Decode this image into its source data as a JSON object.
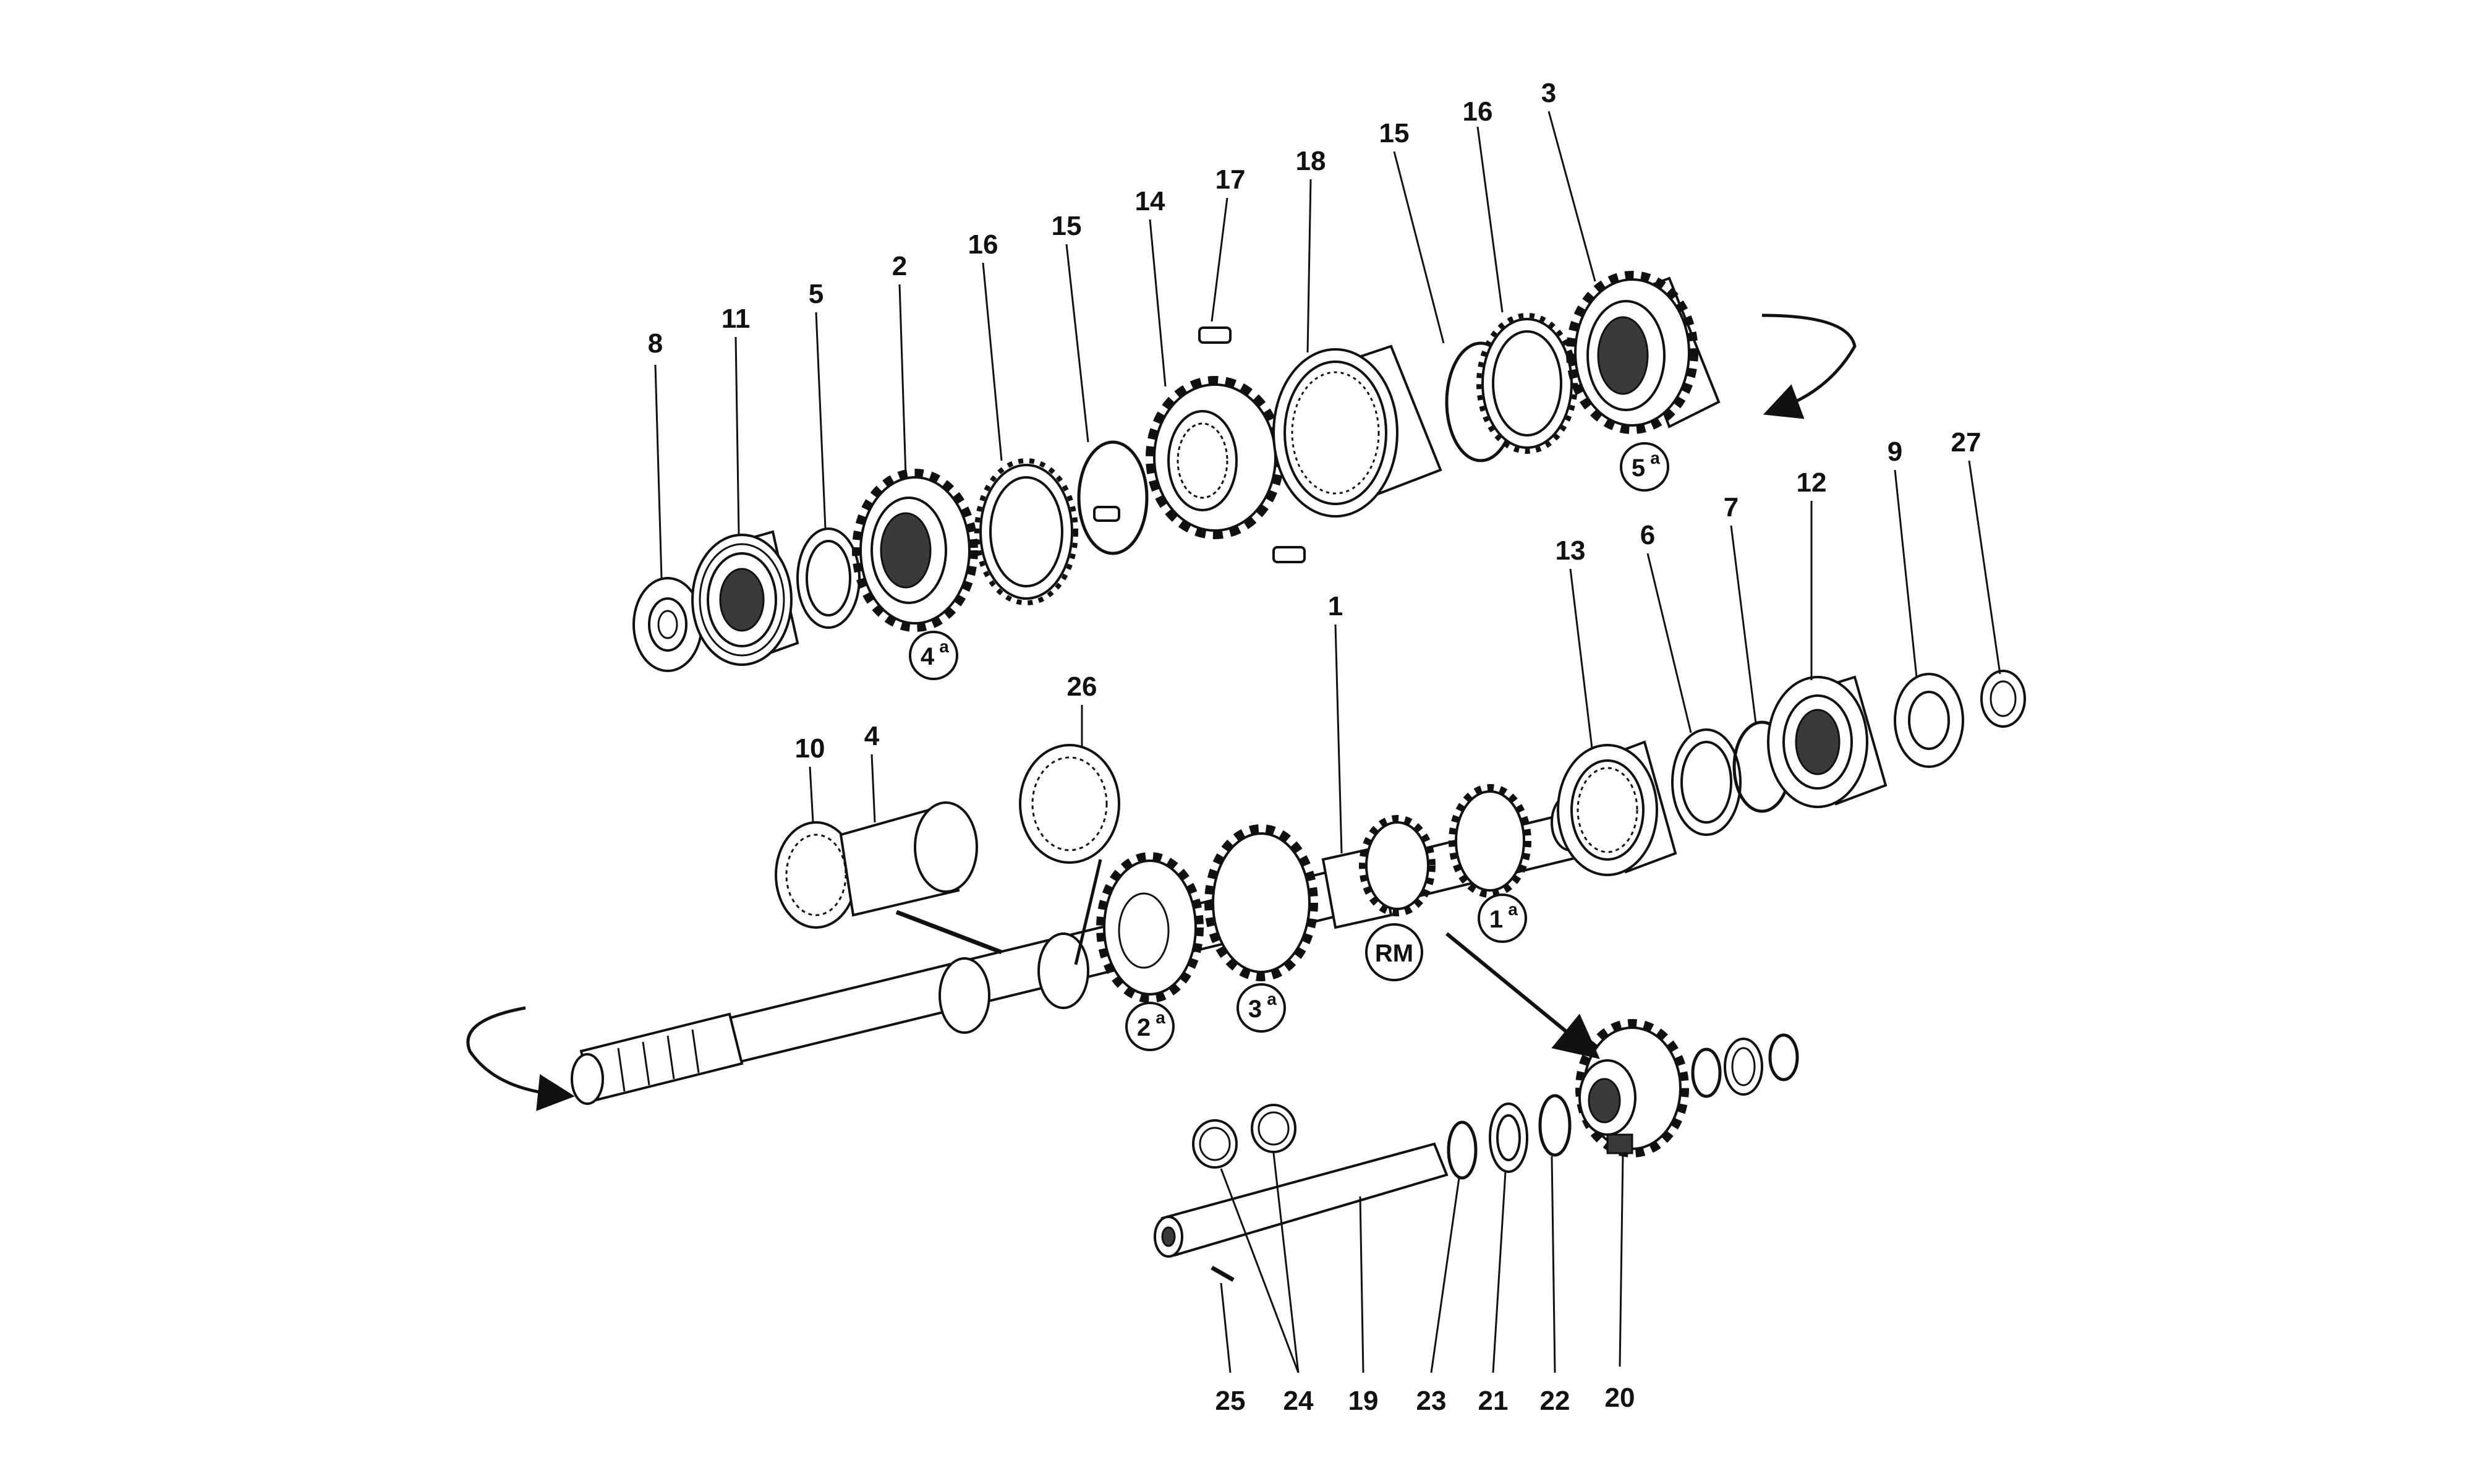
{
  "part_numbers": {
    "p1": "1",
    "p2": "2",
    "p3": "3",
    "p4": "4",
    "p5": "5",
    "p6": "6",
    "p7": "7",
    "p8": "8",
    "p9": "9",
    "p10": "10",
    "p11": "11",
    "p12": "12",
    "p13": "13",
    "p14": "14",
    "p15a": "15",
    "p15b": "15",
    "p16a": "16",
    "p16b": "16",
    "p17": "17",
    "p18": "18",
    "p19": "19",
    "p20": "20",
    "p21": "21",
    "p22": "22",
    "p23": "23",
    "p24": "24",
    "p25": "25",
    "p26": "26",
    "p27": "27"
  },
  "gear_labels": {
    "g4": {
      "num": "4",
      "sup": "a"
    },
    "g5": {
      "num": "5",
      "sup": "a"
    },
    "g2": {
      "num": "2",
      "sup": "a"
    },
    "g3": {
      "num": "3",
      "sup": "a"
    },
    "g1": {
      "num": "1",
      "sup": "a"
    },
    "rm": {
      "num": "RM"
    }
  }
}
